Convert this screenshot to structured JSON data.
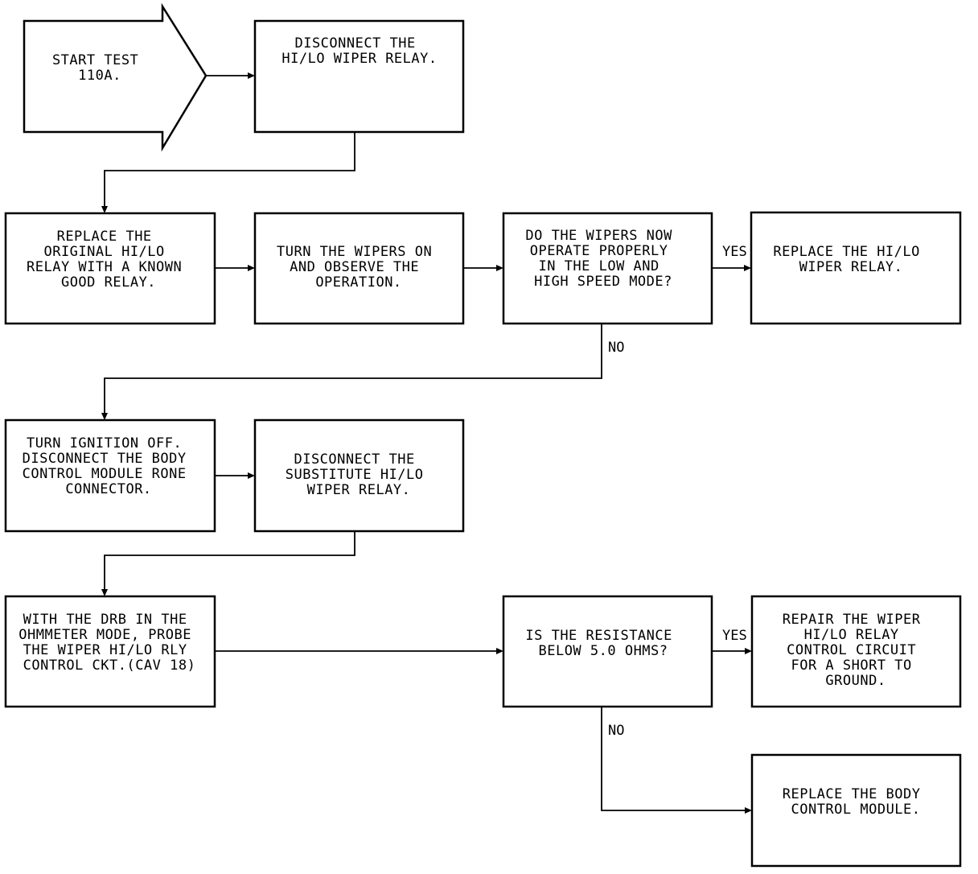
{
  "nodes": {
    "start": [
      "START TEST",
      "110A."
    ],
    "disconnect_relay": [
      "DISCONNECT THE",
      "HI/LO WIPER RELAY."
    ],
    "replace_original": [
      "REPLACE THE",
      "ORIGINAL HI/LO",
      "RELAY WITH A KNOWN",
      "GOOD RELAY."
    ],
    "turn_wipers_on": [
      "TURN THE WIPERS ON",
      "AND OBSERVE THE",
      "OPERATION."
    ],
    "wipers_operate_q": [
      "DO THE WIPERS NOW",
      "OPERATE PROPERLY",
      "IN THE LOW AND",
      "HIGH SPEED MODE?"
    ],
    "replace_relay": [
      "REPLACE THE HI/LO",
      "WIPER RELAY."
    ],
    "ignition_off": [
      "TURN IGNITION OFF.",
      "DISCONNECT THE BODY",
      "CONTROL MODULE RONE",
      "CONNECTOR."
    ],
    "disconnect_substitute": [
      "DISCONNECT THE",
      "SUBSTITUTE HI/LO",
      "WIPER RELAY."
    ],
    "probe_drb": [
      "WITH THE DRB IN THE",
      "OHMMETER MODE, PROBE",
      "THE WIPER HI/LO RLY",
      "CONTROL CKT.(CAV 18)"
    ],
    "resistance_q": [
      "IS THE RESISTANCE",
      "BELOW 5.0 OHMS?"
    ],
    "repair_short": [
      "REPAIR THE WIPER",
      "HI/LO RELAY",
      "CONTROL CIRCUIT",
      "FOR A SHORT TO",
      "GROUND."
    ],
    "replace_bcm": [
      "REPLACE THE BODY",
      "CONTROL MODULE."
    ]
  },
  "edge_labels": {
    "q1_yes": "YES",
    "q1_no": "NO",
    "q2_yes": "YES",
    "q2_no": "NO"
  }
}
